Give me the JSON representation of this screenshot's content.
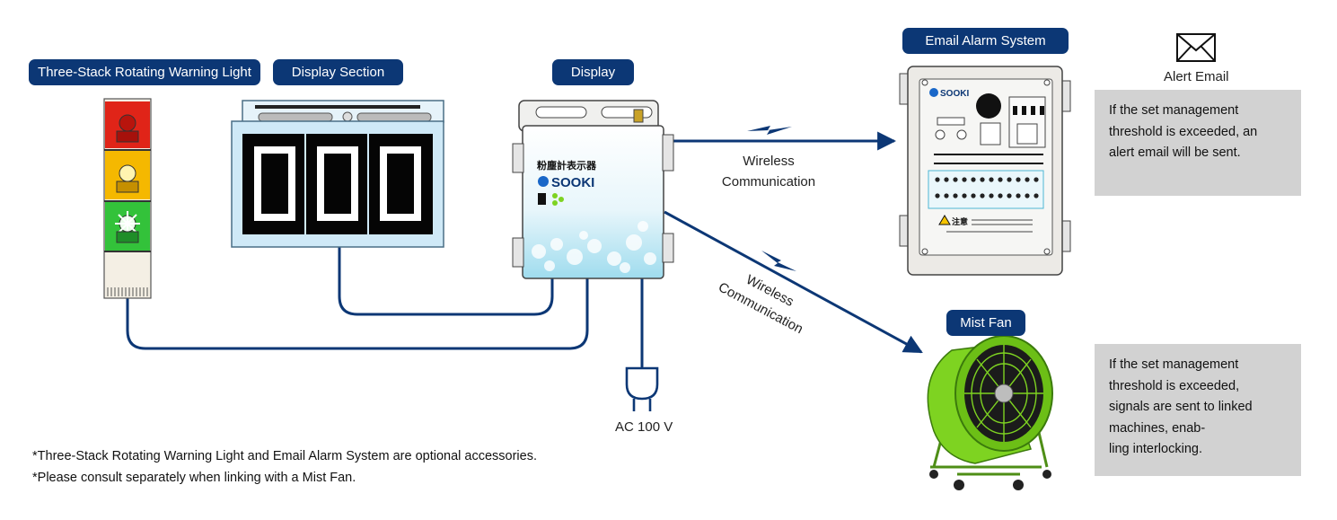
{
  "labels": {
    "warning_light": "Three-Stack Rotating Warning Light",
    "display_section": "Display Section",
    "display": "Display",
    "email_alarm": "Email Alarm System",
    "mist_fan": "Mist Fan"
  },
  "alert_email": "Alert Email",
  "wireless_upper": [
    "Wireless",
    "Communication"
  ],
  "wireless_lower": [
    "Wireless",
    "Communication"
  ],
  "power": "AC 100 V",
  "display_digits": "000",
  "display_device": {
    "jp_label": "粉塵計表示器",
    "brand": "SOOKI"
  },
  "alarm_device": {
    "brand": "SOOKI",
    "caution": "注意"
  },
  "email_box_lines": [
    "If the set management",
    "threshold is exceeded, an",
    "alert email will be sent."
  ],
  "fan_box_lines": [
    "If the set management",
    "threshold is exceeded,",
    "signals are sent to linked",
    "machines, enab-",
    "ling interlocking."
  ],
  "footnotes": [
    "*Three-Stack Rotating Warning Light and Email Alarm System are optional accessories.",
    "*Please consult separately when linking with a Mist Fan."
  ],
  "colors": {
    "navy": "#0c3775",
    "callout_gray": "#d2d2d2",
    "fan_green": "#7ed321",
    "lamp_red": "#e02418",
    "lamp_yellow": "#f5b800",
    "lamp_green": "#33c23a"
  }
}
